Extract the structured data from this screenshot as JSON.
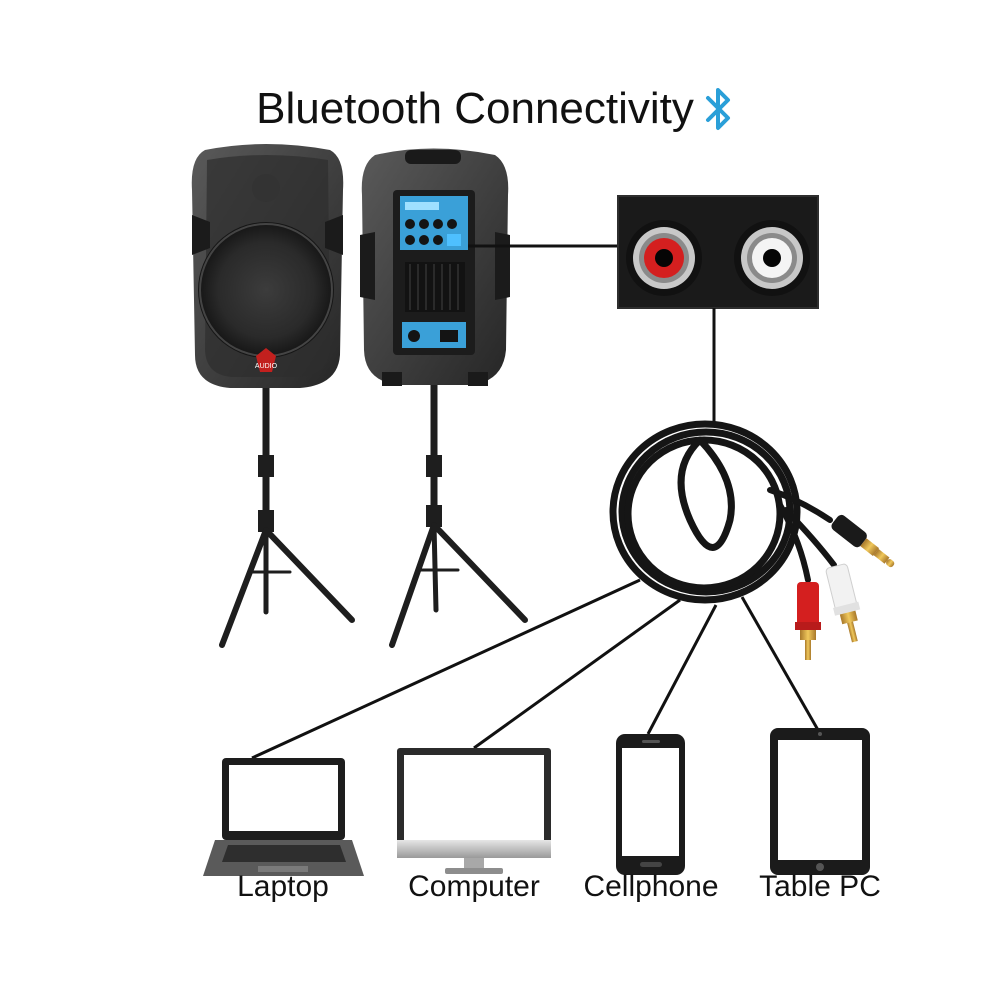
{
  "title": "Bluetooth Connectivity",
  "icons": {
    "title_icon": "bluetooth-icon",
    "speaker_front": "speaker-front-icon",
    "speaker_back": "speaker-back-icon",
    "rca_jacks": "rca-jacks-icon",
    "cable": "audio-cable-icon"
  },
  "speaker_brand": "AUDIO",
  "devices": [
    {
      "label": "Laptop",
      "icon": "laptop-icon"
    },
    {
      "label": "Computer",
      "icon": "monitor-icon"
    },
    {
      "label": "Cellphone",
      "icon": "cellphone-icon"
    },
    {
      "label": "Table PC",
      "icon": "tablet-icon"
    }
  ],
  "colors": {
    "bluetooth": "#2a9fd8",
    "rca_left": "#d41f1f",
    "rca_right": "#ffffff",
    "speaker_panel": "#3aa0d8",
    "gold_plug": "#d7a53a"
  }
}
